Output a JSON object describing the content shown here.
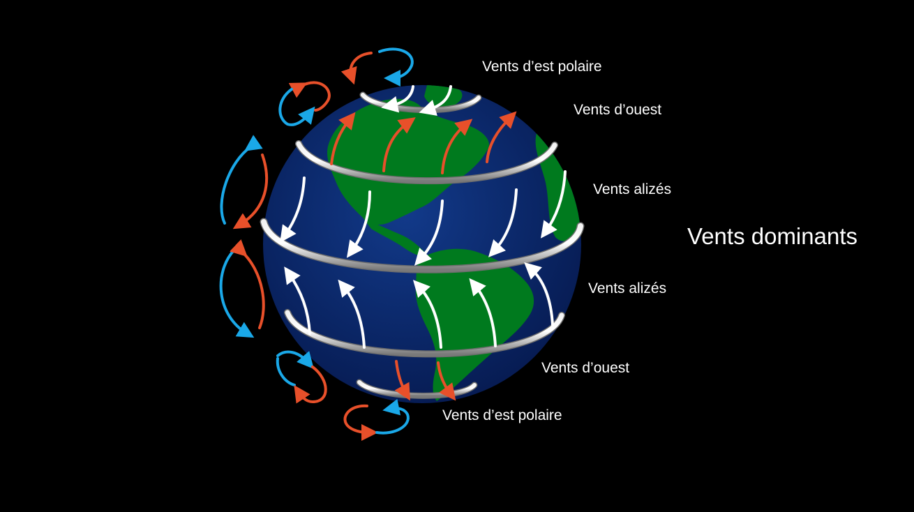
{
  "title": "Vents dominants",
  "labels": {
    "polar_north": "Vents d’est polaire",
    "westerlies_north": "Vents d’ouest",
    "trades_north": "Vents alizés",
    "trades_south": "Vents alizés",
    "westerlies_south": "Vents d’ouest",
    "polar_south": "Vents d’est polaire"
  },
  "colors": {
    "background": "#000000",
    "ocean": "#0a2060",
    "land": "#007a1e",
    "wind_white": "#ffffff",
    "warm_arrow": "#e8502a",
    "cold_arrow": "#1aa8e8",
    "band": "#c8c8c8"
  }
}
